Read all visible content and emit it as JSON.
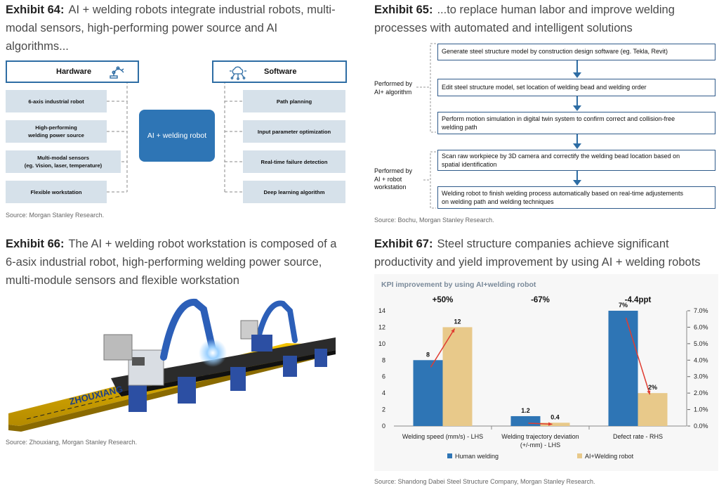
{
  "ex64": {
    "label": "Exhibit 64:",
    "title": "AI + welding robots integrate industrial robots, multi-modal sensors, high-performing power source and AI algorithms...",
    "title_lines": [
      "AI + welding robots integrate industrial robots, multi-",
      "modal sensors, high-performing power source and AI",
      "algorithms..."
    ],
    "hardware_label": "Hardware",
    "software_label": "Software",
    "hardware_items": [
      "6-axis industrial robot",
      "High-performing welding power source",
      "Multi-modal sensors (eg. Vision, laser, temperature)",
      "Flexible workstation"
    ],
    "hardware_lines": [
      [
        "6-axis industrial robot"
      ],
      [
        "High-performing",
        "welding power source"
      ],
      [
        "Multi-modal sensors",
        "(eg. Vision, laser, temperature)"
      ],
      [
        "Flexible workstation"
      ]
    ],
    "center_label": "AI + welding robot",
    "software_items": [
      "Path planning",
      "Input parameter optimization",
      "Real-time failure detection",
      "Deep learning algorithm"
    ],
    "source": "Source: Morgan Stanley Research."
  },
  "ex65": {
    "label": "Exhibit 65:",
    "title_lines": [
      "...to replace human labor and improve welding",
      "processes with automated and intelligent solutions"
    ],
    "group1_label_lines": [
      "Performed by",
      "AI+ algorithm"
    ],
    "group2_label_lines": [
      "Performed by",
      "AI + robot",
      "workstation"
    ],
    "steps": [
      [
        "Generate steel structure model by construction design software (eg. Tekla, Revit)"
      ],
      [
        "Edit steel structure model, set location of welding bead and welding order"
      ],
      [
        "Perform motion simulation in digital twin system to confirm correct and collision-free",
        "welding path"
      ],
      [
        "Scan raw workpiece by 3D camera and correctify the welding bead location based on",
        "spatial identification"
      ],
      [
        "Welding robot to finish welding process automatically based on real-time adjustements",
        "on welding path and welding techniques"
      ]
    ],
    "source": "Source: Bochu, Morgan Stanley Research."
  },
  "ex66": {
    "label": "Exhibit 66:",
    "title_lines": [
      "The AI + welding robot workstation is composed of a",
      "6-asix industrial robot, high-performing welding power source,",
      "multi-module sensors and flexible workstation"
    ],
    "brand_text": "ZHOUXIANG",
    "source": "Source: Zhouxiang, Morgan Stanley Research."
  },
  "ex67": {
    "label": "Exhibit 67:",
    "title_lines": [
      "Steel structure companies achieve significant",
      "productivity and yield improvement by using AI + welding robots"
    ],
    "source": "Source: Shandong Dabei Steel Structure Company, Morgan Stanley Research."
  },
  "colors": {
    "human": "#2e75b5",
    "ai": "#e8c98a",
    "arrow": "#e03c31",
    "accent": "#2e6da4"
  },
  "chart_data": {
    "type": "bar",
    "title": "KPI improvement by using AI+welding robot",
    "categories": [
      "Welding speed (mm/s) - LHS",
      "Welding trajectory deviation (+/-mm) - LHS",
      "Defect rate - RHS"
    ],
    "category_lines": [
      [
        "Welding speed (mm/s) - LHS"
      ],
      [
        "Welding trajectory deviation",
        "(+/-mm) - LHS"
      ],
      [
        "Defect rate - RHS"
      ]
    ],
    "series": [
      {
        "name": "Human welding",
        "values": [
          8,
          1.2,
          0.07
        ],
        "labels": [
          "8",
          "1.2",
          "7%"
        ]
      },
      {
        "name": "AI+Welding robot",
        "values": [
          12,
          0.4,
          0.02
        ],
        "labels": [
          "12",
          "0.4",
          "2%"
        ]
      }
    ],
    "axis": [
      "left",
      "left",
      "right"
    ],
    "changes": [
      "+50%",
      "-67%",
      "-4.4ppt"
    ],
    "y_left": {
      "min": 0,
      "max": 14,
      "ticks": [
        "0",
        "2",
        "4",
        "6",
        "8",
        "10",
        "12",
        "14"
      ]
    },
    "y_right": {
      "min": 0,
      "max": 0.07,
      "ticks": [
        "0.0%",
        "1.0%",
        "2.0%",
        "3.0%",
        "4.0%",
        "5.0%",
        "6.0%",
        "7.0%"
      ]
    },
    "legend": "bottom",
    "grid": false
  }
}
